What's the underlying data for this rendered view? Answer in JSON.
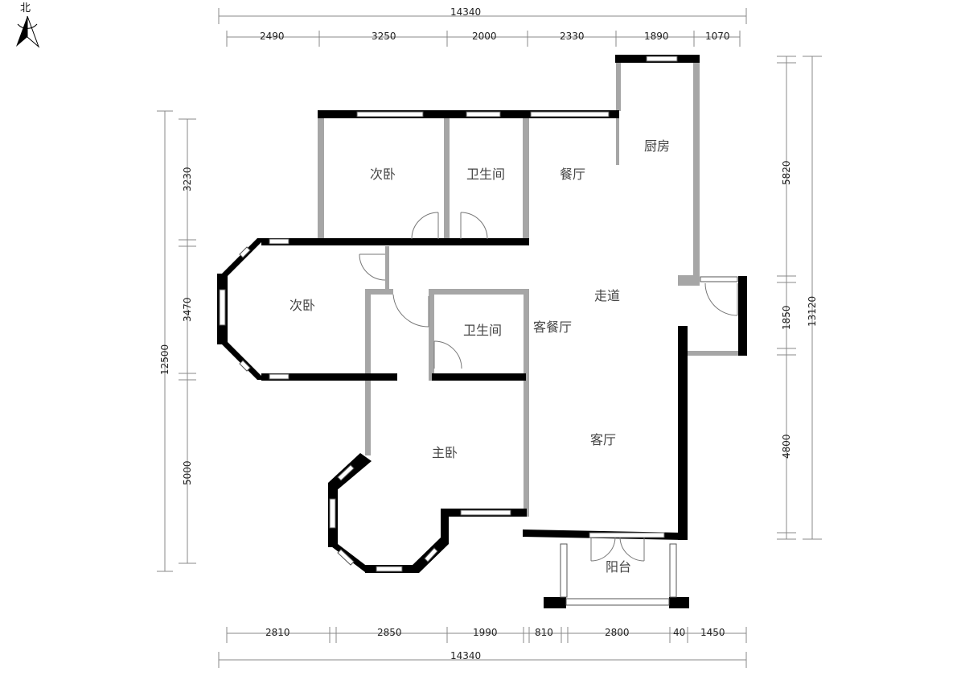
{
  "compass": {
    "label": "北"
  },
  "top_dimensions": {
    "total": "14340",
    "segments": [
      "2490",
      "3250",
      "2000",
      "2330",
      "1890",
      "1070"
    ]
  },
  "bottom_dimensions": {
    "total": "14340",
    "segments": [
      "2810",
      "2850",
      "1990",
      "810",
      "2800",
      "40",
      "1450"
    ]
  },
  "left_dimensions": {
    "total": "12500",
    "segments": [
      "3230",
      "3470",
      "5000"
    ]
  },
  "right_dimensions": {
    "total": "13120",
    "segments": [
      "5820",
      "1850",
      "4800"
    ]
  },
  "rooms": {
    "bedroom_north": "次卧",
    "bathroom_north": "卫生间",
    "dining": "餐厅",
    "kitchen": "厨房",
    "bedroom_west": "次卧",
    "corridor": "走道",
    "living_dining": "客餐厅",
    "bathroom_middle": "卫生间",
    "master_bedroom": "主卧",
    "living_room": "客厅",
    "balcony": "阳台"
  }
}
